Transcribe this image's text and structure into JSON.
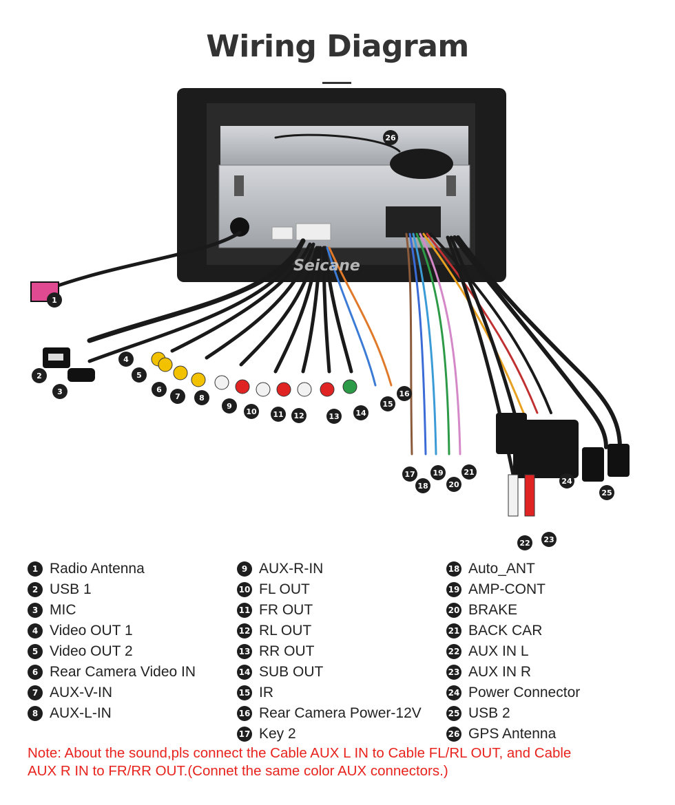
{
  "title": "Wiring Diagram",
  "watermark": "Seicane",
  "callouts": [
    "1",
    "2",
    "3",
    "4",
    "5",
    "6",
    "7",
    "8",
    "9",
    "10",
    "11",
    "12",
    "13",
    "14",
    "15",
    "16",
    "17",
    "18",
    "19",
    "20",
    "21",
    "22",
    "23",
    "24",
    "25",
    "26"
  ],
  "legend": {
    "col1": [
      {
        "n": "1",
        "label": "Radio Antenna"
      },
      {
        "n": "2",
        "label": "USB 1"
      },
      {
        "n": "3",
        "label": "MIC"
      },
      {
        "n": "4",
        "label": "Video OUT 1"
      },
      {
        "n": "5",
        "label": "Video OUT 2"
      },
      {
        "n": "6",
        "label": "Rear Camera Video IN"
      },
      {
        "n": "7",
        "label": "AUX-V-IN"
      },
      {
        "n": "8",
        "label": "AUX-L-IN"
      }
    ],
    "col2": [
      {
        "n": "9",
        "label": "AUX-R-IN"
      },
      {
        "n": "10",
        "label": "FL OUT"
      },
      {
        "n": "11",
        "label": "FR OUT"
      },
      {
        "n": "12",
        "label": "RL OUT"
      },
      {
        "n": "13",
        "label": "RR OUT"
      },
      {
        "n": "14",
        "label": "SUB OUT"
      },
      {
        "n": "15",
        "label": "IR"
      },
      {
        "n": "16",
        "label": "Rear Camera Power-12V"
      },
      {
        "n": "17",
        "label": "Key 2"
      }
    ],
    "col3": [
      {
        "n": "18",
        "label": "Auto_ANT"
      },
      {
        "n": "19",
        "label": "AMP-CONT"
      },
      {
        "n": "20",
        "label": "BRAKE"
      },
      {
        "n": "21",
        "label": "BACK CAR"
      },
      {
        "n": "22",
        "label": "AUX IN L"
      },
      {
        "n": "23",
        "label": "AUX IN R"
      },
      {
        "n": "24",
        "label": "Power Connector"
      },
      {
        "n": "25",
        "label": "USB 2"
      },
      {
        "n": "26",
        "label": "GPS Antenna"
      }
    ]
  },
  "note": {
    "line1": "Note: About the sound,pls connect the Cable AUX L IN to Cable FL/RL OUT, and Cable",
    "line2": "AUX R IN to  FR/RR OUT.(Connet the same color AUX connectors.)"
  },
  "colors": {
    "note": "#e8231e",
    "rca_yellow": "#f2c200",
    "rca_red": "#e02424",
    "rca_white": "#f2f2f2",
    "rca_green": "#2d9a48",
    "chassis": "#1a1a1a",
    "metal": "#b9bcc1"
  }
}
